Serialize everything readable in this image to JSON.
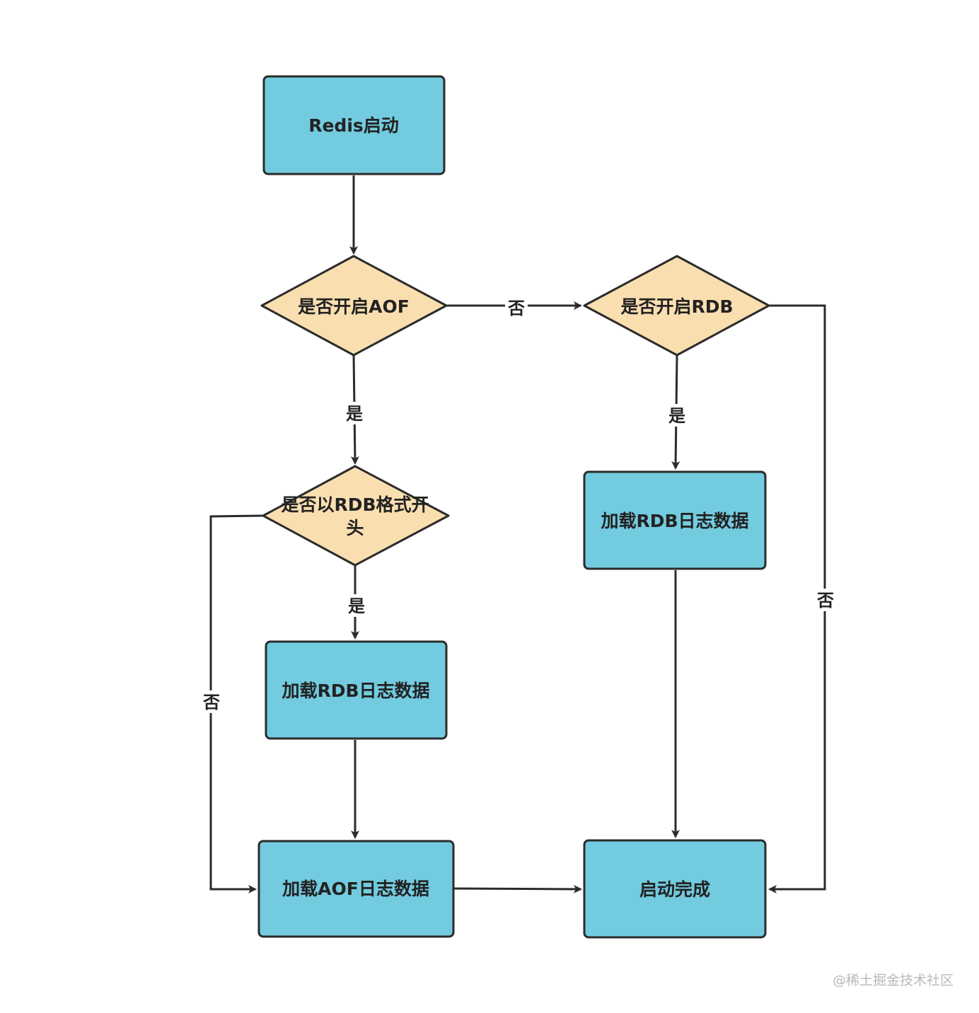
{
  "colors": {
    "process_fill": "#72cbdf",
    "decision_fill": "#f9deb0",
    "stroke": "#2b2b2b",
    "background": "#ffffff"
  },
  "nodes": {
    "start": "Redis启动",
    "aof_enabled": "是否开启AOF",
    "rdb_enabled": "是否开启RDB",
    "rdb_prefix_line1": "是否以RDB格式开",
    "rdb_prefix_line2": "头",
    "load_rdb_left": "加载RDB日志数据",
    "load_rdb_right": "加载RDB日志数据",
    "load_aof": "加载AOF日志数据",
    "done": "启动完成"
  },
  "edges": {
    "aof_no": "否",
    "aof_yes": "是",
    "rdb_yes": "是",
    "prefix_yes": "是",
    "prefix_no": "否",
    "rdb_no": "否"
  },
  "watermark": "@稀土掘金技术社区"
}
